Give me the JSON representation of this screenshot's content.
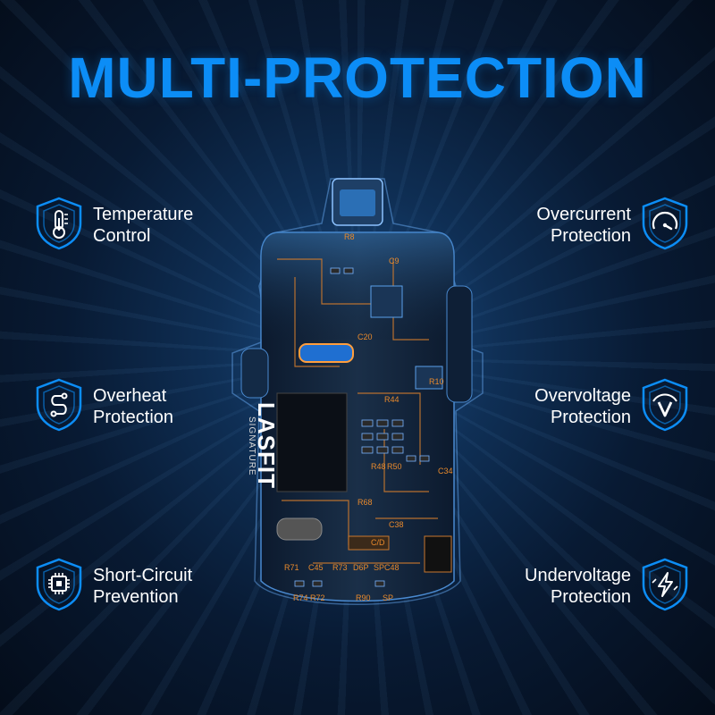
{
  "title": "MULTI-PROTECTION",
  "accent_color": "#0c8df6",
  "features_left": [
    {
      "line1": "Temperature",
      "line2": "Control",
      "icon": "thermometer-shield-icon"
    },
    {
      "line1": "Overheat",
      "line2": "Protection",
      "icon": "circuit-path-shield-icon"
    },
    {
      "line1": "Short-Circuit",
      "line2": "Prevention",
      "icon": "chip-shield-icon"
    }
  ],
  "features_right": [
    {
      "line1": "Overcurrent",
      "line2": "Protection",
      "icon": "gauge-shield-icon"
    },
    {
      "line1": "Overvoltage",
      "line2": "Protection",
      "icon": "voltage-shield-icon"
    },
    {
      "line1": "Undervoltage",
      "line2": "Protection",
      "icon": "lightning-shield-icon"
    }
  ],
  "device": {
    "brand": "LASFIT",
    "sub_brand": "SIGNATURE",
    "labels": [
      "R8",
      "C9",
      "C20",
      "R44",
      "R10",
      "C34",
      "R48",
      "R50",
      "R68",
      "C38",
      "R71",
      "C45",
      "R73",
      "D6P",
      "SP",
      "C48",
      "R74",
      "R72",
      "R90",
      "SP",
      "C/D"
    ]
  }
}
